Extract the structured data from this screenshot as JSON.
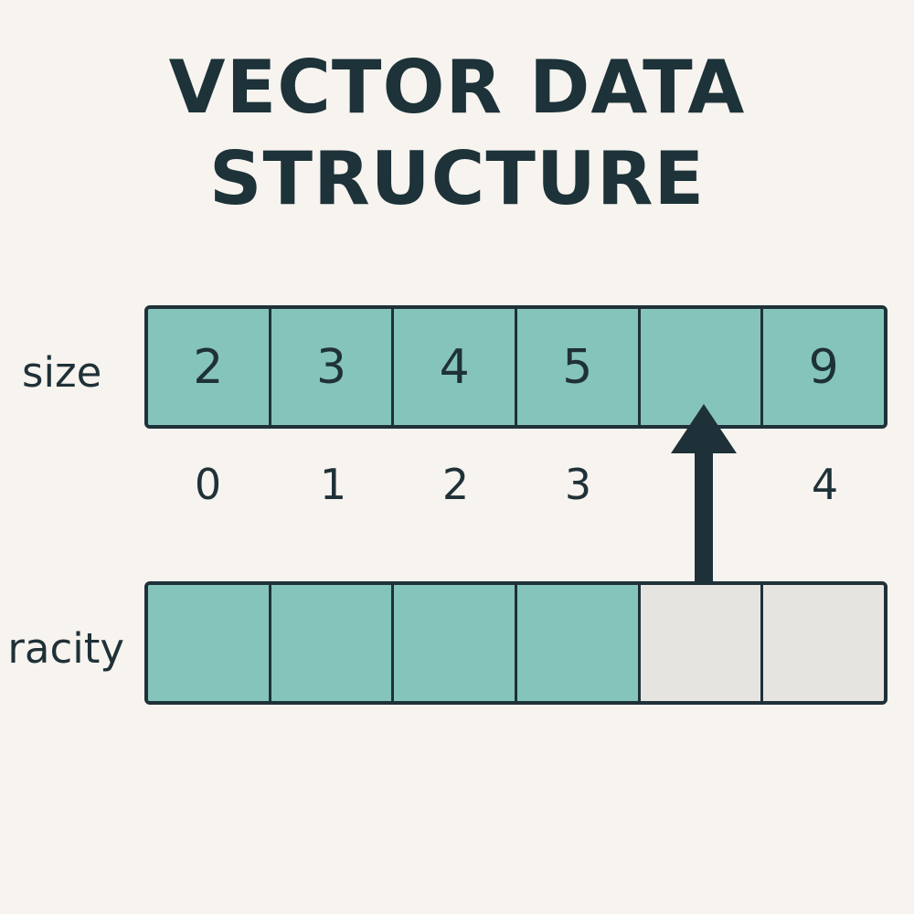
{
  "title": {
    "line1": "VECTOR DATA",
    "line2": "STRUCTURE"
  },
  "labels": {
    "size": "size",
    "capacity": "racity"
  },
  "size_array": {
    "cells": [
      "2",
      "3",
      "4",
      "5",
      "",
      "9"
    ]
  },
  "indices": [
    "0",
    "1",
    "2",
    "3",
    "4"
  ],
  "capacity_array": {
    "filled_count": 4,
    "total_count": 6
  },
  "colors": {
    "background": "#f7f3ee",
    "filled": "#85c4ba",
    "empty": "#e6e4e1",
    "outline": "#1f3138"
  },
  "arrow": {
    "from": "capacity-cell-5",
    "to": "size-cell-5",
    "icon": "up-arrow-icon"
  }
}
